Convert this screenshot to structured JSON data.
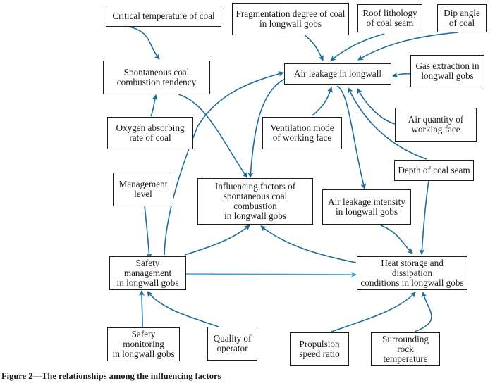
{
  "caption": "Figure 2—The relationships among the influencing factors",
  "colors": {
    "arrow": "#1f6e99",
    "arrow_light": "#3d9fd6",
    "box_border": "#1a1a1a",
    "text": "#1a1a1a"
  },
  "nodes": {
    "critical_temp": "Critical temperature of coal",
    "fragmentation": "Fragmentation degree of coal\nin longwall gobs",
    "roof_lithology": "Roof lithology\nof coal seam",
    "dip_angle": "Dip angle\nof coal",
    "spontaneous_tendency": "Spontaneous coal\ncombustion tendency",
    "air_leakage_longwall": "Air leakage in longwall",
    "gas_extraction": "Gas extraction in\nlongwall gobs",
    "oxygen_absorbing": "Oxygen absorbing\nrate of coal",
    "ventilation_mode": "Ventilation mode\nof working face",
    "air_quantity": "Air quantity of\nworking face",
    "depth_seam": "Depth of coal seam",
    "management_level": "Management\nlevel",
    "influencing_factors": "Influencing factors of\nspontaneous coal combustion\nin longwall gobs",
    "air_leakage_intensity": "Air leakage intensity\nin longwall gobs",
    "safety_management": "Safety management\nin longwall gobs",
    "heat_storage": "Heat storage and dissipation\nconditions in longwall gobs",
    "safety_monitoring": "Safety monitoring\nin longwall gobs",
    "quality_operator": "Quality of\noperator",
    "propulsion_speed": "Propulsion\nspeed ratio",
    "rock_temperature": "Surrounding rock\ntemperature"
  },
  "edges": [
    {
      "from": "critical_temp",
      "to": "spontaneous_tendency"
    },
    {
      "from": "oxygen_absorbing",
      "to": "spontaneous_tendency"
    },
    {
      "from": "spontaneous_tendency",
      "to": "influencing_factors"
    },
    {
      "from": "fragmentation",
      "to": "air_leakage_longwall"
    },
    {
      "from": "roof_lithology",
      "to": "air_leakage_longwall"
    },
    {
      "from": "dip_angle",
      "to": "air_leakage_longwall"
    },
    {
      "from": "gas_extraction",
      "to": "air_leakage_longwall"
    },
    {
      "from": "ventilation_mode",
      "to": "air_leakage_longwall"
    },
    {
      "from": "air_quantity",
      "to": "air_leakage_longwall"
    },
    {
      "from": "depth_seam",
      "to": "air_leakage_longwall"
    },
    {
      "from": "air_leakage_longwall",
      "to": "influencing_factors"
    },
    {
      "from": "air_leakage_longwall",
      "to": "air_leakage_intensity"
    },
    {
      "from": "safety_management",
      "to": "air_leakage_longwall"
    },
    {
      "from": "management_level",
      "to": "safety_management"
    },
    {
      "from": "safety_management",
      "to": "influencing_factors"
    },
    {
      "from": "safety_management",
      "to": "heat_storage"
    },
    {
      "from": "heat_storage",
      "to": "influencing_factors"
    },
    {
      "from": "air_leakage_intensity",
      "to": "heat_storage"
    },
    {
      "from": "depth_seam",
      "to": "heat_storage"
    },
    {
      "from": "safety_monitoring",
      "to": "safety_management"
    },
    {
      "from": "quality_operator",
      "to": "safety_management"
    },
    {
      "from": "propulsion_speed",
      "to": "heat_storage"
    },
    {
      "from": "rock_temperature",
      "to": "heat_storage"
    }
  ]
}
